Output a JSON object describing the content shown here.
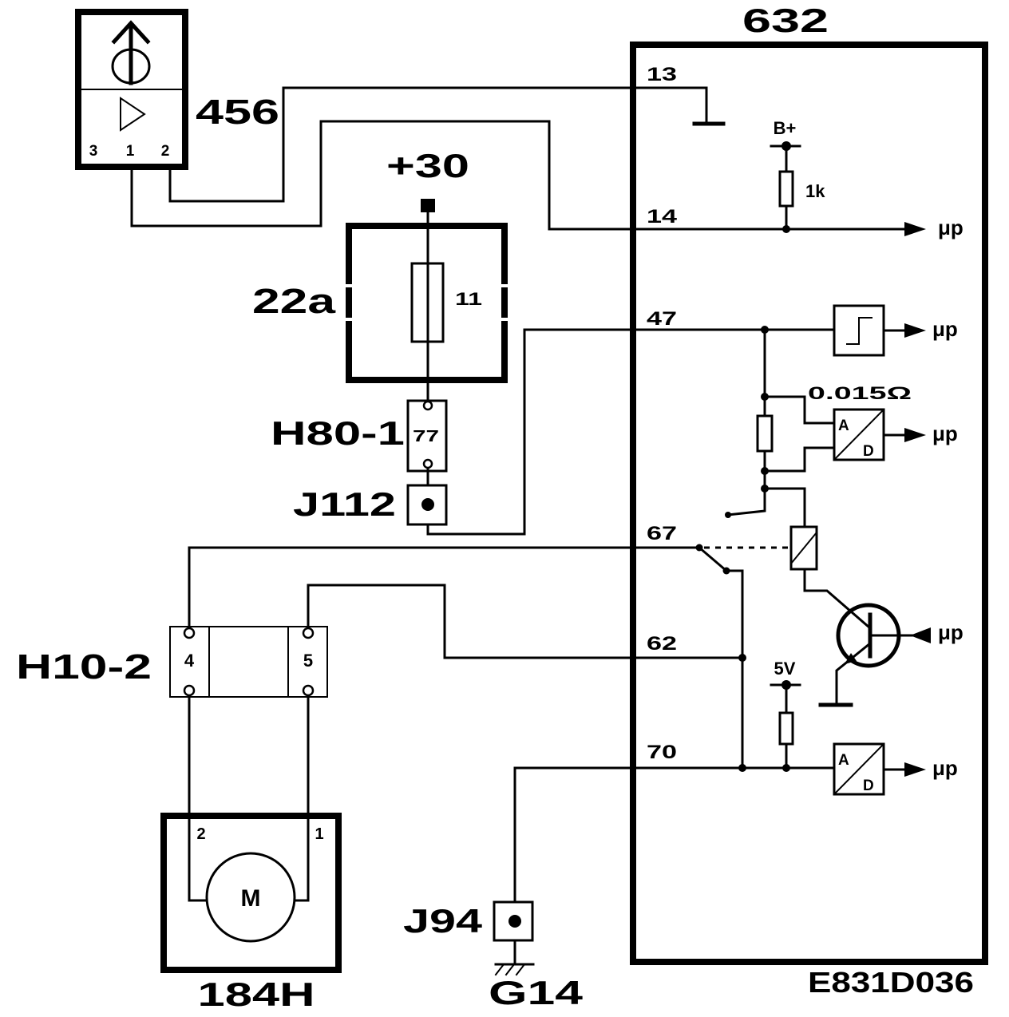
{
  "diagram_id": "E831D036",
  "control_unit": {
    "label": "632",
    "pins": {
      "p13": "13",
      "p14": "14",
      "p47": "47",
      "p67": "67",
      "p62": "62",
      "p70": "70"
    },
    "supply_b_plus": "B+",
    "pullup_resistor": "1k",
    "shunt_resistor": "0.015Ω",
    "supply_5v": "5V",
    "adc_in": "A",
    "adc_out": "D",
    "microprocessor": "μp"
  },
  "sensor": {
    "label": "456",
    "pins": [
      "3",
      "1",
      "2"
    ]
  },
  "supply": {
    "label": "+30"
  },
  "fuse_box": {
    "label": "22a",
    "fuse": "11"
  },
  "connector_h80": {
    "label": "H80-1",
    "pin": "77"
  },
  "splice_j112": {
    "label": "J112"
  },
  "connector_h10": {
    "label": "H10-2",
    "pins": [
      "4",
      "5"
    ]
  },
  "motor": {
    "label": "184H",
    "symbol": "M",
    "pins": [
      "2",
      "1"
    ]
  },
  "splice_j94": {
    "label": "J94"
  },
  "ground": {
    "label": "G14"
  }
}
